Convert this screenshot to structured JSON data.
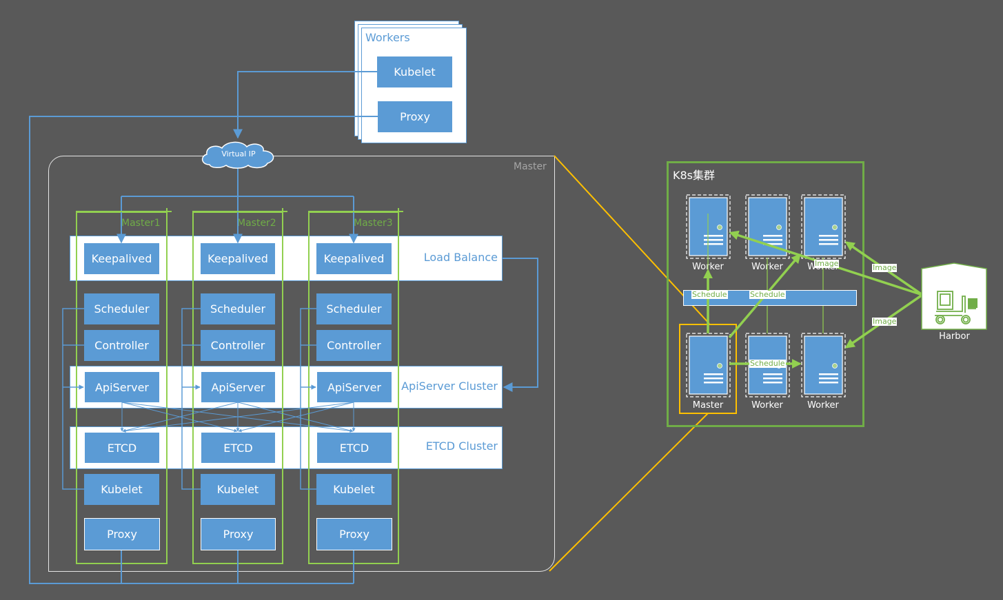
{
  "workers_group": {
    "title": "Workers",
    "components": [
      "Kubelet",
      "Proxy"
    ]
  },
  "virtual_ip": "Virtual IP",
  "master_region": {
    "title": "Master",
    "nodes": [
      {
        "label": "Master1",
        "components": {
          "keepalived": "Keepalived",
          "scheduler": "Scheduler",
          "controller": "Controller",
          "apiserver": "ApiServer",
          "etcd": "ETCD",
          "kubelet": "Kubelet",
          "proxy": "Proxy"
        }
      },
      {
        "label": "Master2",
        "components": {
          "keepalived": "Keepalived",
          "scheduler": "Scheduler",
          "controller": "Controller",
          "apiserver": "ApiServer",
          "etcd": "ETCD",
          "kubelet": "Kubelet",
          "proxy": "Proxy"
        }
      },
      {
        "label": "Master3",
        "components": {
          "keepalived": "Keepalived",
          "scheduler": "Scheduler",
          "controller": "Controller",
          "apiserver": "ApiServer",
          "etcd": "ETCD",
          "kubelet": "Kubelet",
          "proxy": "Proxy"
        }
      }
    ],
    "bands": {
      "load_balance": "Load Balance",
      "apiserver_cluster": "ApiServer Cluster",
      "etcd_cluster": "ETCD Cluster"
    }
  },
  "k8s_cluster": {
    "title": "K8s集群",
    "top_row": [
      "Worker",
      "Worker",
      "Worker"
    ],
    "bottom_row": [
      "Master",
      "Worker",
      "Worker"
    ],
    "edge_labels": {
      "schedule": "Schedule",
      "image": "Image"
    },
    "registry": "Harbor"
  },
  "colors": {
    "background": "#595959",
    "component_blue": "#5b9bd5",
    "node_green": "#92d050",
    "cluster_green": "#70ad47",
    "zoom_link_orange": "#ffc000"
  }
}
